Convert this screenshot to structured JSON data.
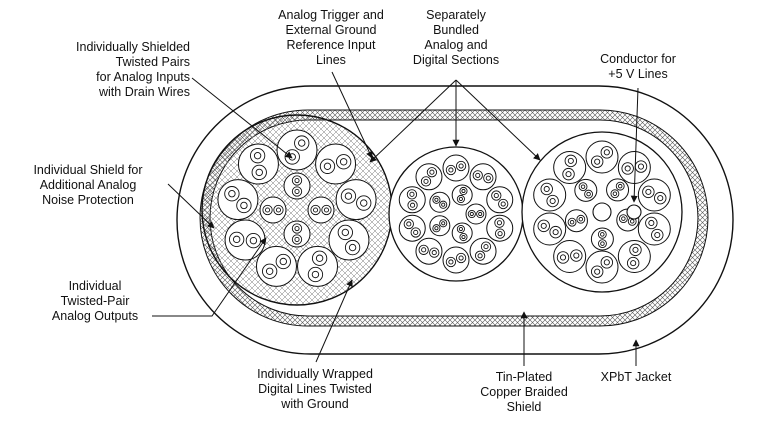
{
  "labels": {
    "analog_trigger": [
      "Analog Trigger and",
      "External Ground",
      "Reference Input",
      "Lines"
    ],
    "separately_bundled": [
      "Separately",
      "Bundled",
      "Analog and",
      "Digital Sections"
    ],
    "shielded_pairs": [
      "Individually Shielded",
      "Twisted Pairs",
      "for Analog Inputs",
      "with Drain Wires"
    ],
    "conductor_5v": [
      "Conductor for",
      "+5 V Lines"
    ],
    "individual_shield": [
      "Individual Shield for",
      "Additional Analog",
      "Noise Protection"
    ],
    "analog_outputs": [
      "Individual",
      "Twisted-Pair",
      "Analog Outputs"
    ],
    "wrapped_digital": [
      "Individually Wrapped",
      "Digital Lines Twisted",
      "with Ground"
    ],
    "braided_shield": [
      "Tin-Plated",
      "Copper Braided",
      "Shield"
    ],
    "jacket": [
      "XPbT Jacket"
    ]
  },
  "colors": {
    "ink": "#111111",
    "background": "#ffffff",
    "hatch": "#555555"
  }
}
